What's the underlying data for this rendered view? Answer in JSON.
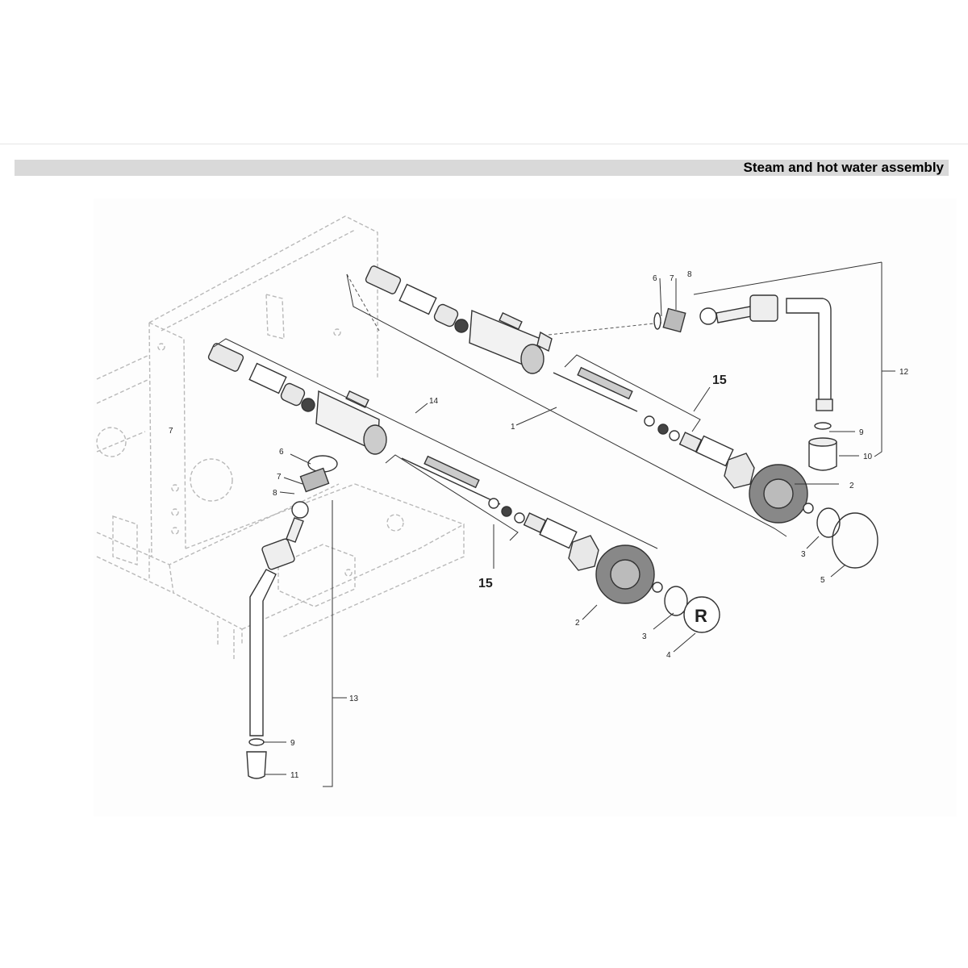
{
  "header": {
    "title": "Steam and hot water assembly"
  },
  "callouts": {
    "c1": "1",
    "c2a": "2",
    "c2b": "2",
    "c3a": "3",
    "c3b": "3",
    "c4": "4",
    "c5": "5",
    "c6a": "6",
    "c6b": "6",
    "c7a": "7",
    "c7b": "7",
    "c7c": "7",
    "c8a": "8",
    "c8b": "8",
    "c9a": "9",
    "c9b": "9",
    "c10": "10",
    "c11": "11",
    "c12": "12",
    "c13": "13",
    "c14": "14",
    "c15a": "15",
    "c15b": "15"
  },
  "knob_badge": "R"
}
